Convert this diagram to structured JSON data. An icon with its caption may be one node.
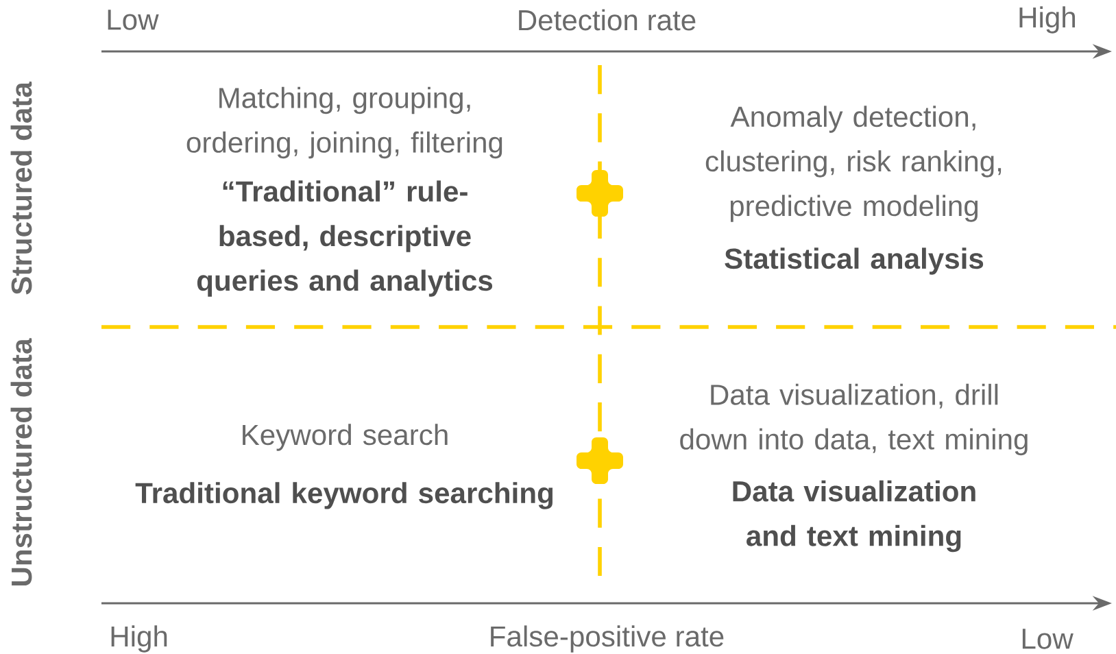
{
  "diagram": {
    "labels": [
      "Low",
      "Detection rate",
      "High",
      "Structured data",
      "Matching, grouping, ordering, joining, filtering",
      "“Traditional” rule-based, descriptive queries and analytics",
      "Anomaly detection, clustering, risk ranking, predictive modeling",
      "Statistical analysis",
      "Unstructured data",
      "Keyword search",
      "Traditional keyword searching",
      "Data visualization, drill down into data, text mining",
      "Data visualization and text mining",
      "High",
      "False-positive rate",
      "Low"
    ]
  }
}
